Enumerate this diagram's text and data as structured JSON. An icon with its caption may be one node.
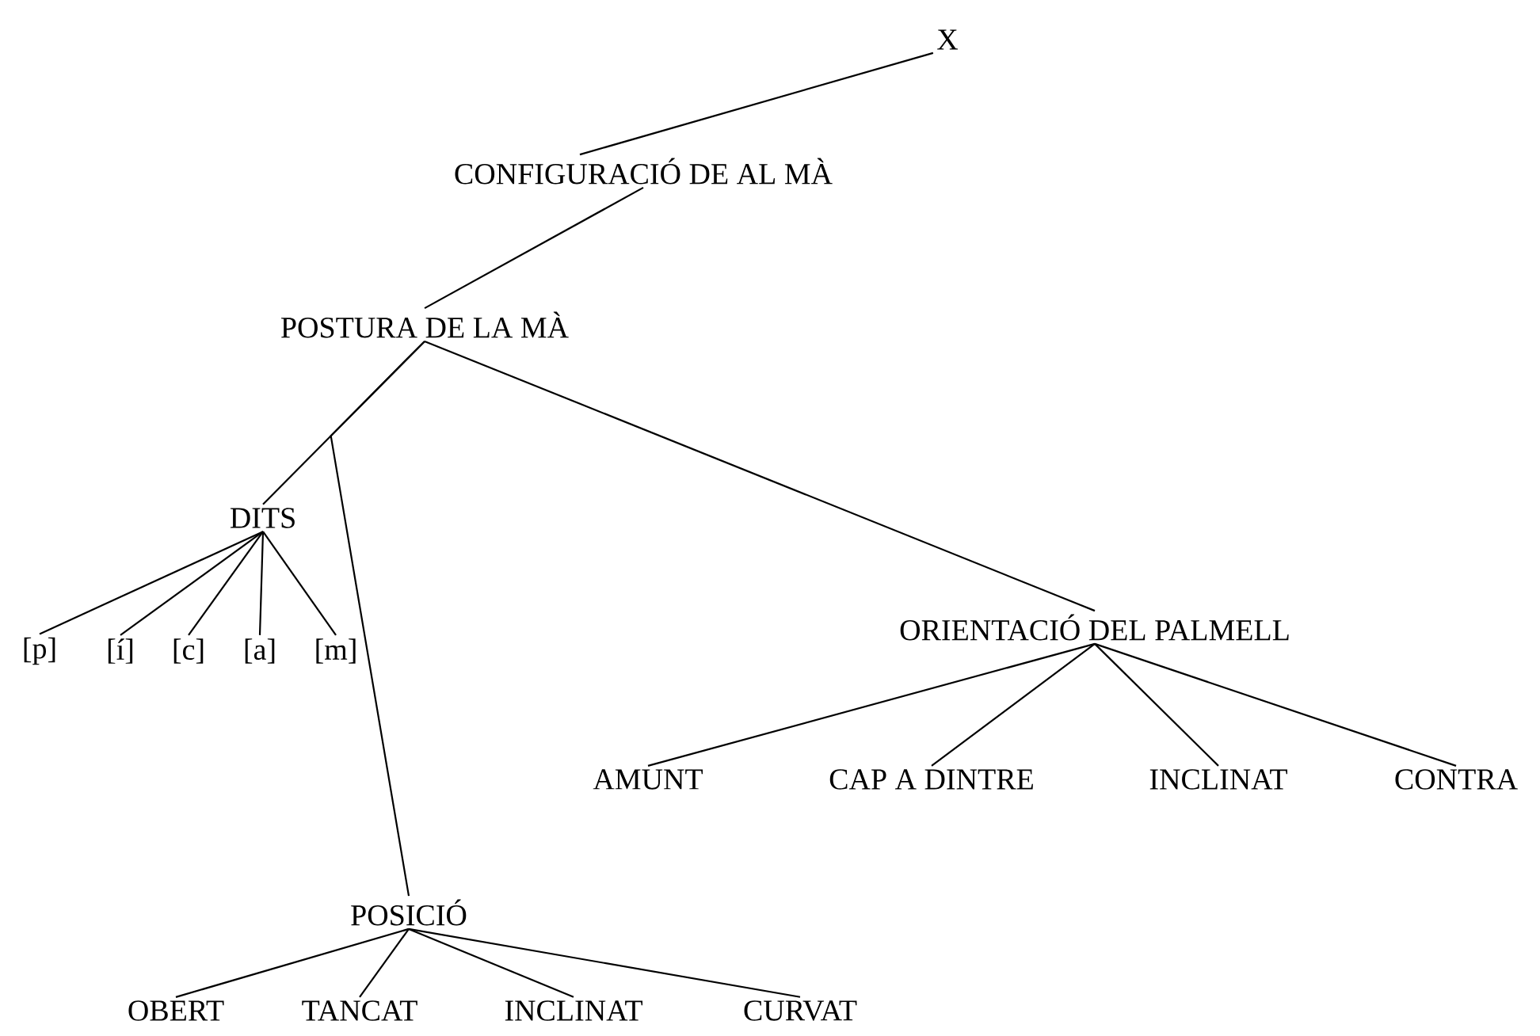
{
  "diagram": {
    "nodes": [
      {
        "text": [
          "X"
        ]
      },
      {
        "text": [
          "CONFIGURACIÓ DE AL MÀ"
        ]
      },
      {
        "text": [
          "POSTURA DE LA MÀ"
        ]
      },
      {
        "text": [
          "DITS"
        ]
      },
      {
        "text": [
          "[p]"
        ]
      },
      {
        "text": [
          "[í]"
        ]
      },
      {
        "text": [
          "[c]"
        ]
      },
      {
        "text": [
          "[a]"
        ]
      },
      {
        "text": [
          "[m]"
        ]
      },
      {
        "text": [
          "ORIENTACIÓ DEL PALMELL"
        ]
      },
      {
        "text": [
          "AMUNT"
        ]
      },
      {
        "text": [
          "CAP A DINTRE"
        ]
      },
      {
        "text": [
          "INCLINAT"
        ]
      },
      {
        "text": [
          "CONTRA"
        ]
      },
      {
        "text": [
          "POSICIÓ"
        ]
      },
      {
        "text": [
          "OBERT"
        ]
      },
      {
        "text": [
          "TANCAT"
        ]
      },
      {
        "text": [
          "INCLINAT"
        ]
      },
      {
        "text": [
          "CURVAT"
        ]
      }
    ],
    "edges": [
      {
        "from": 0,
        "to": 1,
        "arrow": "none"
      },
      {
        "from": 1,
        "to": 2,
        "arrow": "none"
      },
      {
        "from": 2,
        "to": 3,
        "arrow": "none"
      },
      {
        "from": 2,
        "to": 14,
        "arrow": "none"
      },
      {
        "from": 2,
        "to": 9,
        "arrow": "none"
      },
      {
        "from": 3,
        "to": 4,
        "arrow": "none"
      },
      {
        "from": 3,
        "to": 5,
        "arrow": "none"
      },
      {
        "from": 3,
        "to": 6,
        "arrow": "none"
      },
      {
        "from": 3,
        "to": 7,
        "arrow": "none"
      },
      {
        "from": 3,
        "to": 8,
        "arrow": "none"
      },
      {
        "from": 9,
        "to": 10,
        "arrow": "none"
      },
      {
        "from": 9,
        "to": 11,
        "arrow": "none"
      },
      {
        "from": 9,
        "to": 12,
        "arrow": "none"
      },
      {
        "from": 9,
        "to": 13,
        "arrow": "none"
      },
      {
        "from": 14,
        "to": 15,
        "arrow": "none"
      },
      {
        "from": 14,
        "to": 16,
        "arrow": "none"
      },
      {
        "from": 14,
        "to": 17,
        "arrow": "none"
      },
      {
        "from": 14,
        "to": 18,
        "arrow": "none"
      }
    ]
  }
}
